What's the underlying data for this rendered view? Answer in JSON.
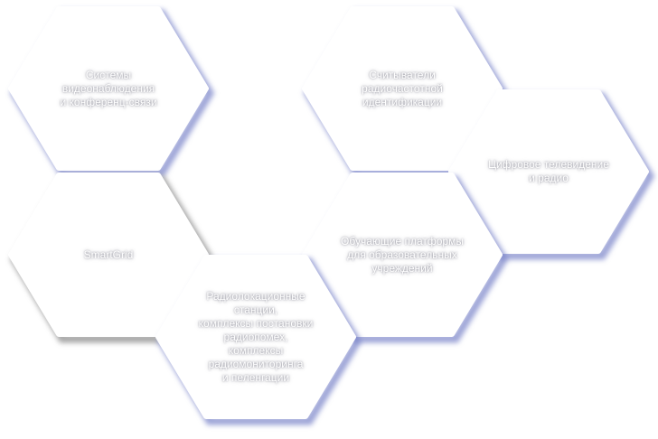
{
  "colors": {
    "background": "#ffffff",
    "hex_fill": "#ffffff",
    "hex_stroke": "#ffffff",
    "glow_blue": "#7b86c9",
    "glow_gray": "#8a8a8a",
    "label_color": "#ffffff"
  },
  "hexes": [
    {
      "name": "hex-video-surveillance",
      "label": "Системы\nвидеонаблюдения\nи конференц-связи",
      "glow": "#7b86c9"
    },
    {
      "name": "hex-rfid-readers",
      "label": "Считыватели\nрадиочастотной\nидентификации",
      "glow": "#7b86c9"
    },
    {
      "name": "hex-digital-tv-radio",
      "label": "Цифровое телевидение\nи радио",
      "glow": "#7b86c9"
    },
    {
      "name": "hex-smartgrid",
      "label": "SmartGrid",
      "glow": "#8a8a8a"
    },
    {
      "name": "hex-education-platforms",
      "label": "Обучающие платформы\nдля образовательных\nучреждений",
      "glow": "#7b86c9"
    },
    {
      "name": "hex-radar-stations",
      "label": "Радиолокационные\nстанции,\nкомплексы постановки\nрадиопомех,\nкомплексы\nрадиомониторинга\nи пеленгации",
      "glow": "#7b86c9"
    }
  ]
}
